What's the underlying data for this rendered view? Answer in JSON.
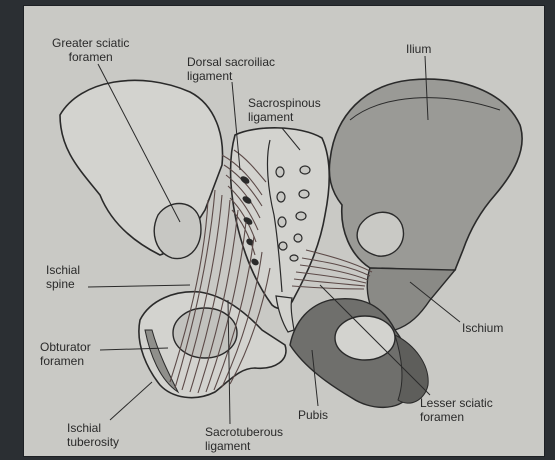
{
  "labels": {
    "greater_sciatic": [
      "Greater sciatic",
      "foramen"
    ],
    "dorsal_sacroiliac": [
      "Dorsal sacroiliac",
      "ligament"
    ],
    "ilium": [
      "Ilium"
    ],
    "sacrospinous": [
      "Sacrospinous",
      "ligament"
    ],
    "ischial_spine": [
      "Ischial",
      "spine"
    ],
    "ischium": [
      "Ischium"
    ],
    "obturator": [
      "Obturator",
      "foramen"
    ],
    "lesser_sciatic": [
      "Lesser sciatic",
      "foramen"
    ],
    "pubis": [
      "Pubis"
    ],
    "ischial_tuberosity": [
      "Ischial",
      "tuberosity"
    ],
    "sacrotuberous": [
      "Sacrotuberous",
      "ligament"
    ]
  },
  "colors": {
    "background": "#2b2f33",
    "paper": "#c9c9c5",
    "bone_light": "#d3d3cf",
    "bone_shaded": "#9a9a96",
    "bone_dark": "#6f6f6c",
    "ligament": "#5c4a48",
    "line": "#2a2a2a"
  }
}
